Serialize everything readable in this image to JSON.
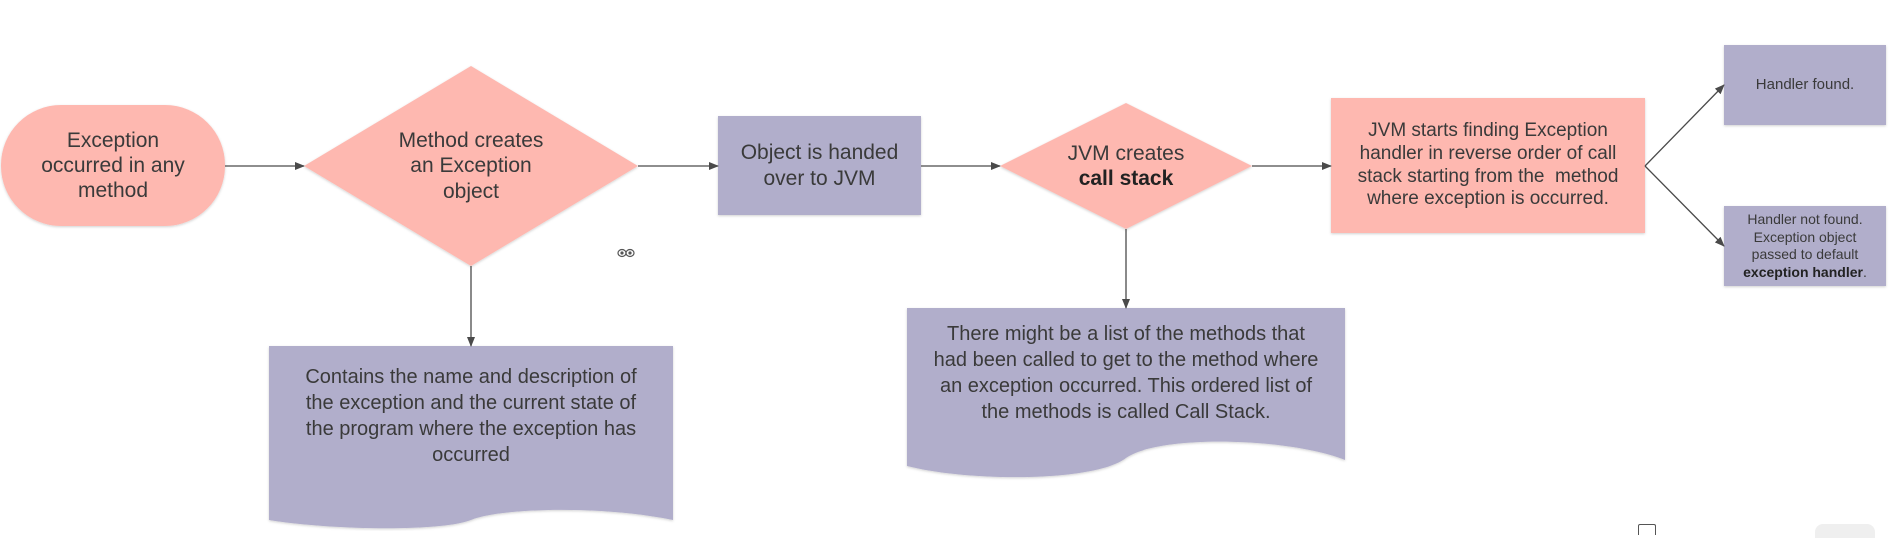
{
  "colors": {
    "pink": "#feb8b0",
    "purple": "#b1aecb",
    "arrow": "#4a4a4a",
    "text": "#3a3a3a"
  },
  "nodes": {
    "exception_occurred": {
      "lines": [
        "Exception",
        "occurred in any",
        "method"
      ]
    },
    "method_creates": {
      "lines": [
        "Method creates",
        "an Exception",
        "object"
      ]
    },
    "handed_to_jvm": {
      "lines": [
        "Object is handed",
        "over to JVM"
      ]
    },
    "jvm_creates": {
      "line1": "JVM creates",
      "line2_bold": "call stack"
    },
    "jvm_finding": {
      "lines": [
        "JVM starts finding Exception",
        "handler in reverse order of call",
        "stack starting from the  method",
        "where exception is occurred."
      ]
    },
    "handler_found": {
      "text": "Handler found."
    },
    "handler_not_found": {
      "lines": [
        "Handler not found.",
        "Exception object",
        "passed to default"
      ],
      "bold_part": "exception handler",
      "suffix": "."
    },
    "exception_note": {
      "lines": [
        "Contains the name and description of",
        "the exception and the current state of",
        "the program where the exception has",
        "occurred"
      ]
    },
    "call_stack_note": {
      "lines": [
        "There might be a list of the methods that",
        "had been called to get to the method where",
        "an exception occurred. This ordered list of",
        "the methods is called Call Stack."
      ]
    }
  },
  "icons": [
    "eye-icon"
  ]
}
